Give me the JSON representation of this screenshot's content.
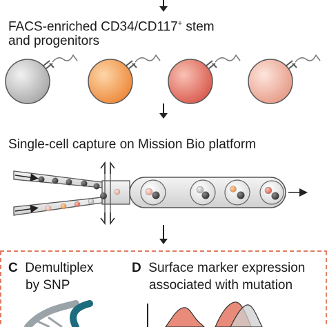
{
  "steps": {
    "facs_title_line1": "FACS-enriched CD34/CD117",
    "facs_title_sup": "+",
    "facs_title_line1_end": " stem",
    "facs_title_line2": "and progenitors",
    "capture_title": "Single-cell capture on Mission Bio platform"
  },
  "panels": {
    "c_letter": "C",
    "c_title_line1": "Demultiplex",
    "c_title_line2": "by SNP",
    "d_letter": "D",
    "d_title_line1": "Surface marker expression",
    "d_title_line2": "associated with mutation"
  },
  "colors": {
    "cell_grey": "#c9c9c9",
    "cell_orange": "#f3a259",
    "cell_red": "#e8776b",
    "cell_pink": "#f2b7a6",
    "dashed_border": "#e07a5f",
    "dna_teal": "#1c6b7e",
    "histogram_red": "#e98b7a"
  }
}
